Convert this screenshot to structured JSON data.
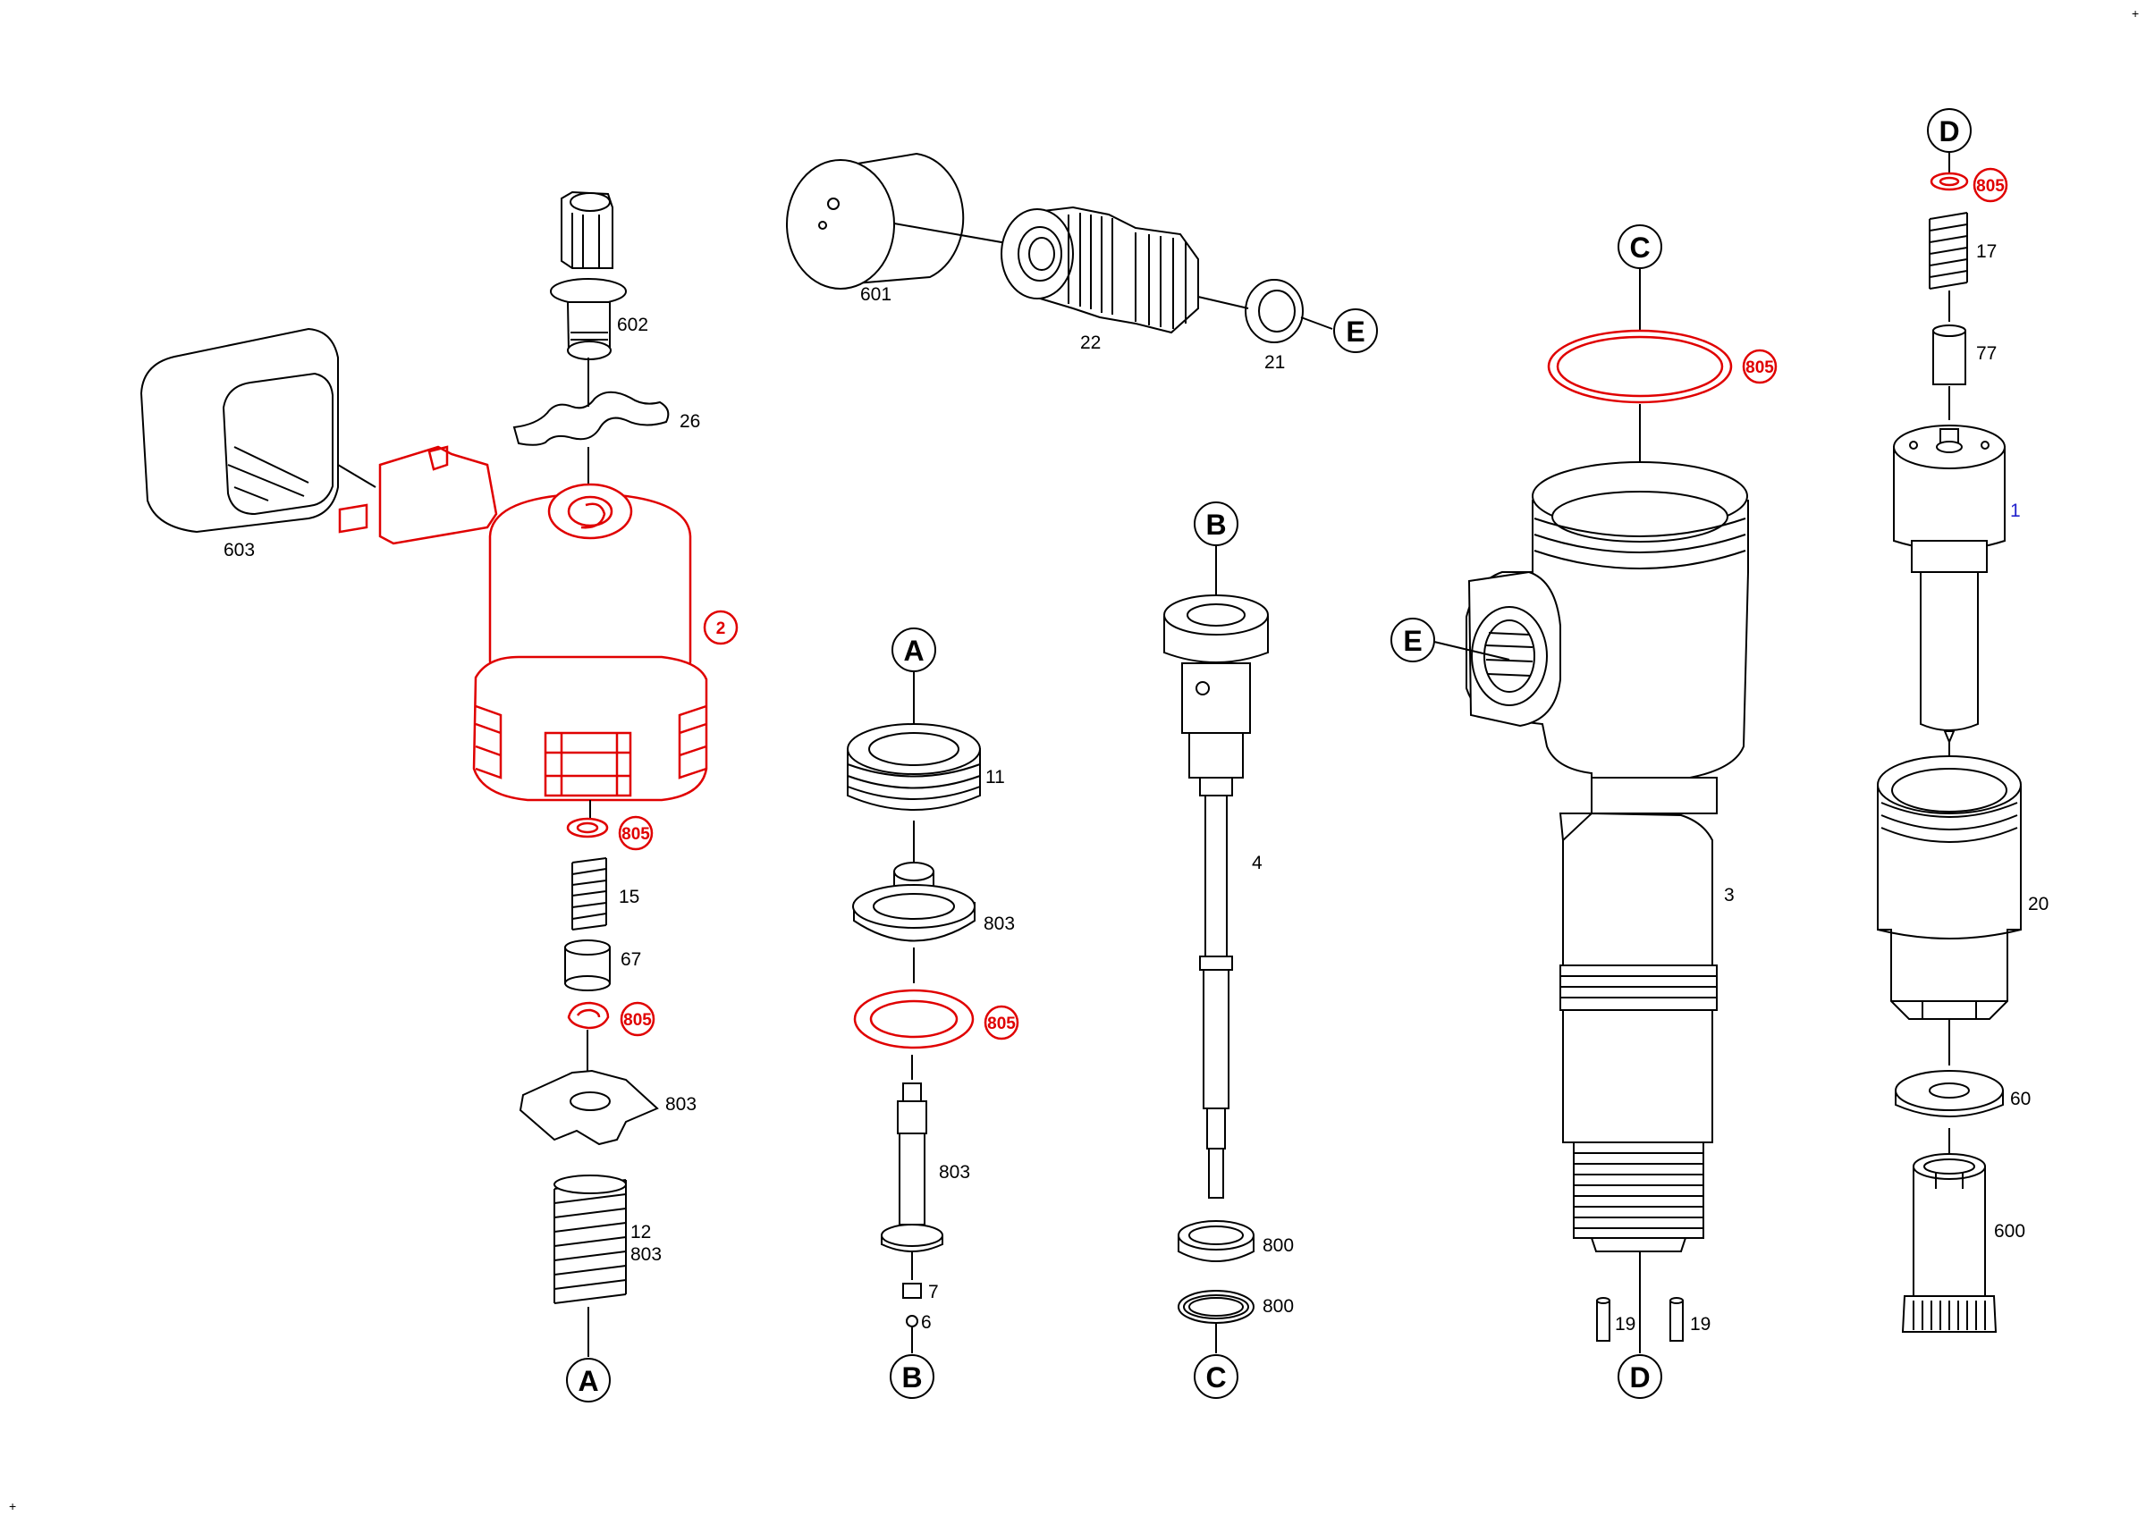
{
  "corner_marks": [
    "+",
    "+"
  ],
  "colors": {
    "line": "#000000",
    "highlight": "#e00000",
    "part_1_label": "#2222cc",
    "background": "#ffffff"
  },
  "connectors": [
    "A",
    "B",
    "C",
    "D",
    "E"
  ],
  "part_numbers": [
    "601",
    "22",
    "21",
    "602",
    "26",
    "603",
    "2",
    "805",
    "15",
    "67",
    "805",
    "803",
    "12",
    "803",
    "11",
    "803",
    "805",
    "803",
    "7",
    "6",
    "4",
    "800",
    "800",
    "805",
    "3",
    "19",
    "19",
    "805",
    "17",
    "77",
    "1",
    "20",
    "60",
    "600"
  ],
  "highlighted_parts": [
    "2",
    "805"
  ]
}
